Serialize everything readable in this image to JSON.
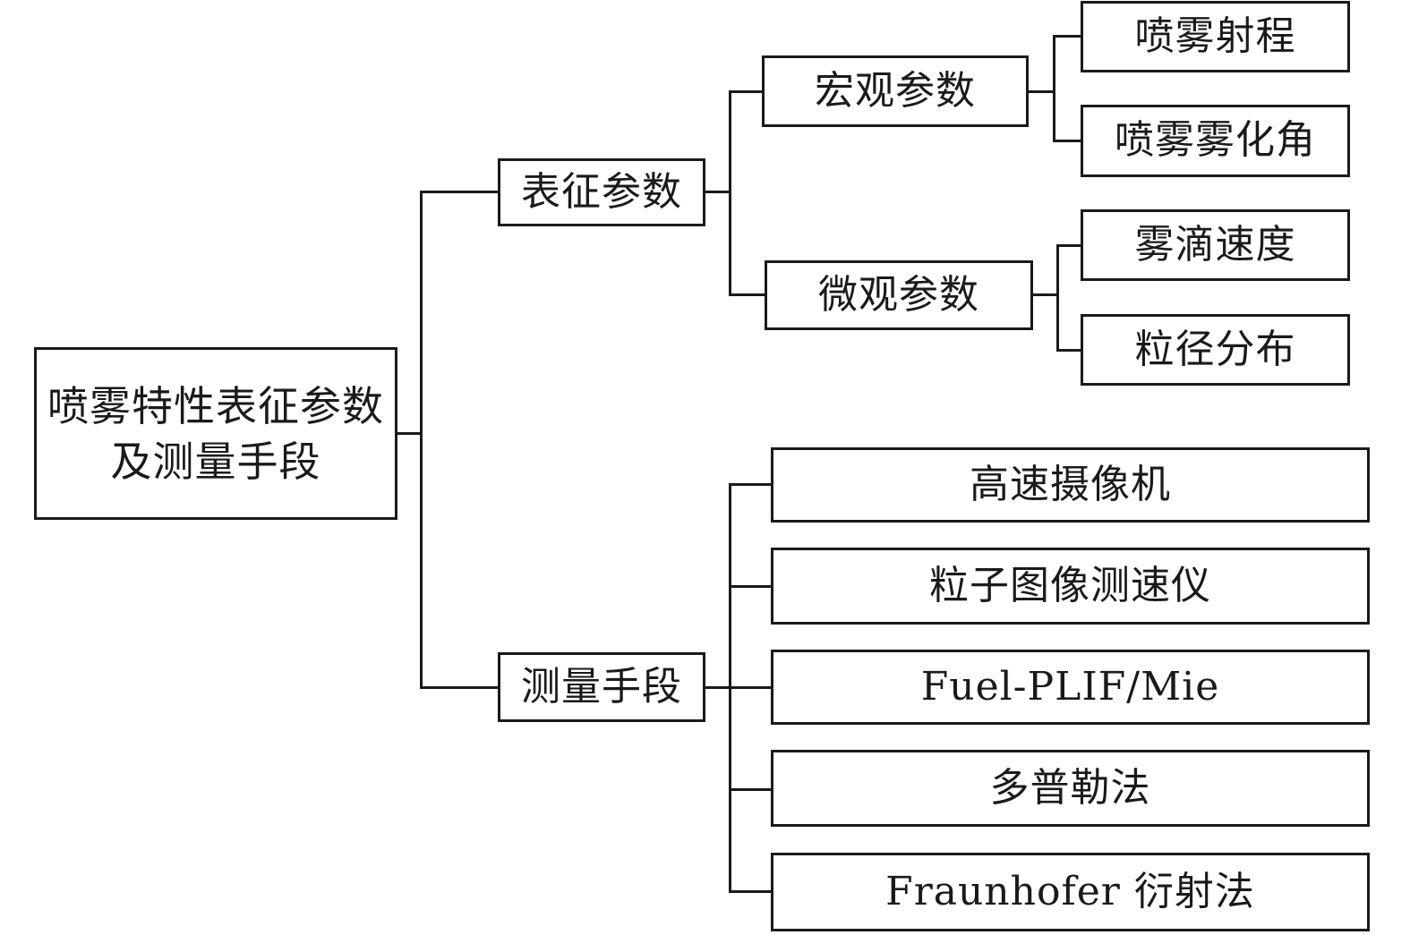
{
  "diagram": {
    "root": {
      "label": "喷雾特性表征参数及测量手段"
    },
    "branches": [
      {
        "label": "表征参数",
        "children": [
          {
            "label": "宏观参数",
            "children": [
              {
                "label": "喷雾射程"
              },
              {
                "label": "喷雾雾化角"
              }
            ]
          },
          {
            "label": "微观参数",
            "children": [
              {
                "label": "雾滴速度"
              },
              {
                "label": "粒径分布"
              }
            ]
          }
        ]
      },
      {
        "label": "测量手段",
        "children": [
          {
            "label": "高速摄像机"
          },
          {
            "label": "粒子图像测速仪"
          },
          {
            "label": "Fuel-PLIF/Mie"
          },
          {
            "label": "多普勒法"
          },
          {
            "label": "Fraunhofer 衍射法"
          }
        ]
      }
    ]
  }
}
